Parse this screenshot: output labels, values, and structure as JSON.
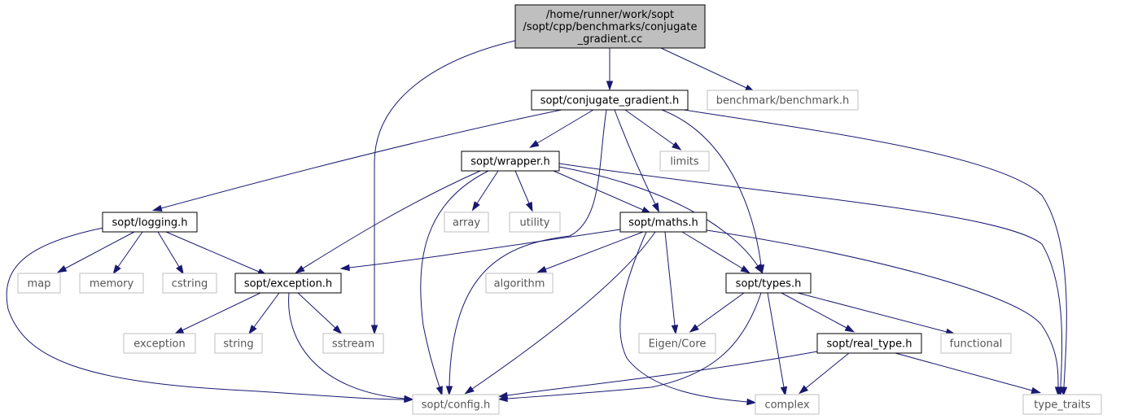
{
  "graph": {
    "root": {
      "id": "root",
      "lines": [
        "/home/runner/work/sopt",
        "/sopt/cpp/benchmarks/conjugate",
        "_gradient.cc"
      ]
    },
    "nodes": [
      {
        "id": "cg",
        "label": "sopt/conjugate_gradient.h",
        "kind": "documented"
      },
      {
        "id": "bench",
        "label": "benchmark/benchmark.h",
        "kind": "system"
      },
      {
        "id": "wrapper",
        "label": "sopt/wrapper.h",
        "kind": "documented"
      },
      {
        "id": "limits",
        "label": "limits",
        "kind": "system"
      },
      {
        "id": "logging",
        "label": "sopt/logging.h",
        "kind": "documented"
      },
      {
        "id": "array",
        "label": "array",
        "kind": "system"
      },
      {
        "id": "utility",
        "label": "utility",
        "kind": "system"
      },
      {
        "id": "maths",
        "label": "sopt/maths.h",
        "kind": "documented"
      },
      {
        "id": "map",
        "label": "map",
        "kind": "system"
      },
      {
        "id": "memory",
        "label": "memory",
        "kind": "system"
      },
      {
        "id": "cstring",
        "label": "cstring",
        "kind": "system"
      },
      {
        "id": "exception",
        "label": "sopt/exception.h",
        "kind": "documented"
      },
      {
        "id": "algorithm",
        "label": "algorithm",
        "kind": "system"
      },
      {
        "id": "types",
        "label": "sopt/types.h",
        "kind": "documented"
      },
      {
        "id": "std_exception",
        "label": "exception",
        "kind": "system"
      },
      {
        "id": "string",
        "label": "string",
        "kind": "system"
      },
      {
        "id": "sstream",
        "label": "sstream",
        "kind": "system"
      },
      {
        "id": "eigen",
        "label": "Eigen/Core",
        "kind": "system"
      },
      {
        "id": "realtype",
        "label": "sopt/real_type.h",
        "kind": "documented"
      },
      {
        "id": "functional",
        "label": "functional",
        "kind": "system"
      },
      {
        "id": "config",
        "label": "sopt/config.h",
        "kind": "system"
      },
      {
        "id": "complex",
        "label": "complex",
        "kind": "system"
      },
      {
        "id": "type_traits",
        "label": "type_traits",
        "kind": "system"
      }
    ],
    "edges": [
      [
        "root",
        "cg"
      ],
      [
        "root",
        "bench"
      ],
      [
        "root",
        "sstream"
      ],
      [
        "cg",
        "wrapper"
      ],
      [
        "cg",
        "limits"
      ],
      [
        "cg",
        "logging"
      ],
      [
        "cg",
        "maths"
      ],
      [
        "cg",
        "types"
      ],
      [
        "cg",
        "config"
      ],
      [
        "cg",
        "type_traits"
      ],
      [
        "wrapper",
        "array"
      ],
      [
        "wrapper",
        "utility"
      ],
      [
        "wrapper",
        "maths"
      ],
      [
        "wrapper",
        "exception"
      ],
      [
        "wrapper",
        "config"
      ],
      [
        "wrapper",
        "types"
      ],
      [
        "wrapper",
        "type_traits"
      ],
      [
        "logging",
        "map"
      ],
      [
        "logging",
        "memory"
      ],
      [
        "logging",
        "cstring"
      ],
      [
        "logging",
        "exception"
      ],
      [
        "logging",
        "config"
      ],
      [
        "maths",
        "exception"
      ],
      [
        "maths",
        "algorithm"
      ],
      [
        "maths",
        "types"
      ],
      [
        "maths",
        "eigen"
      ],
      [
        "maths",
        "config"
      ],
      [
        "maths",
        "complex"
      ],
      [
        "maths",
        "type_traits"
      ],
      [
        "exception",
        "std_exception"
      ],
      [
        "exception",
        "string"
      ],
      [
        "exception",
        "sstream"
      ],
      [
        "exception",
        "config"
      ],
      [
        "types",
        "eigen"
      ],
      [
        "types",
        "realtype"
      ],
      [
        "types",
        "functional"
      ],
      [
        "types",
        "config"
      ],
      [
        "types",
        "complex"
      ],
      [
        "realtype",
        "config"
      ],
      [
        "realtype",
        "complex"
      ],
      [
        "realtype",
        "type_traits"
      ]
    ]
  },
  "colors": {
    "edge": "#191970",
    "root_fill": "#bfbfbf",
    "system_border": "#bfbfbf",
    "documented_border": "#000000"
  }
}
